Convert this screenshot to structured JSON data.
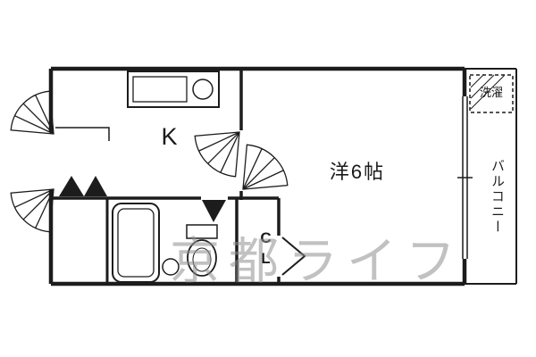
{
  "floorplan": {
    "labels": {
      "kitchen": "K",
      "bedroom": "洋6帖",
      "closet": "CL",
      "balcony": "バルコニー",
      "laundry": "洗濯"
    },
    "watermark": "京都ライフ",
    "colors": {
      "wall": "#1c1c1c",
      "background": "#ffffff",
      "watermark": "#8f8f8f"
    }
  }
}
